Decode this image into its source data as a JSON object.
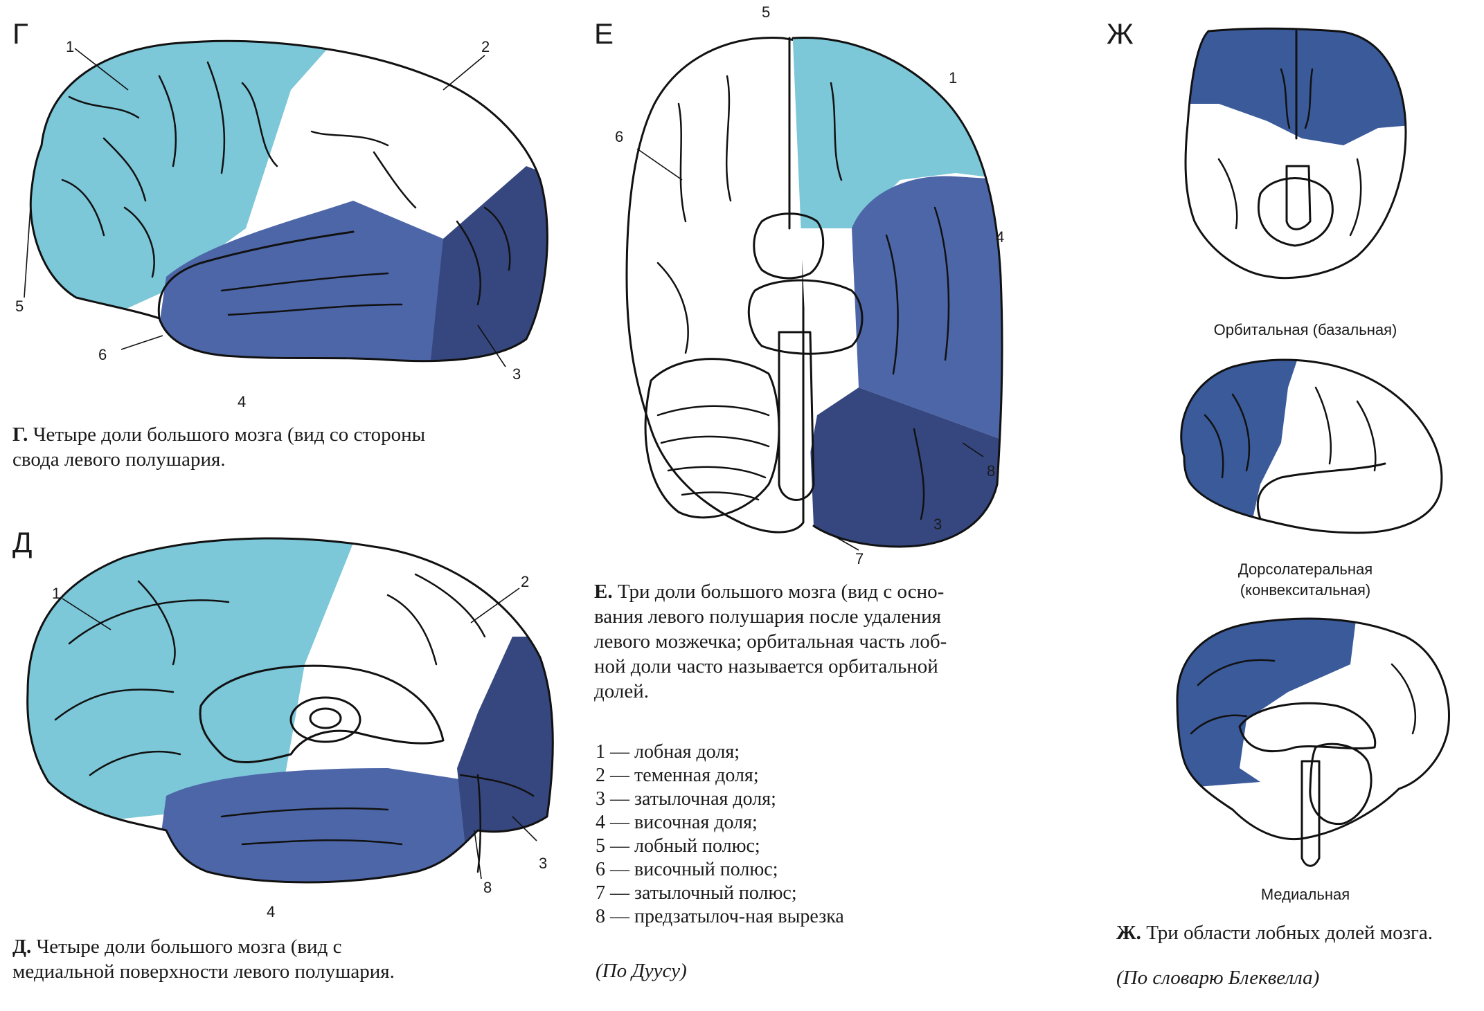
{
  "colors": {
    "frontal": "#7cc7d8",
    "temporal": "#4d66a8",
    "occipital": "#36477f",
    "frontal_region": "#3a5a9a",
    "outline": "#111111"
  },
  "panels": {
    "g": {
      "letter": "Г",
      "labels": [
        "1",
        "2",
        "3",
        "4",
        "5",
        "6"
      ],
      "caption_bold": "Г.",
      "caption_line1": "Четыре доли большого мозга (вид со стороны",
      "caption_line2": "свода левого полушария."
    },
    "d": {
      "letter": "Д",
      "labels": [
        "1",
        "2",
        "3",
        "4",
        "8"
      ],
      "caption_bold": "Д.",
      "caption_line1": "Четыре доли большого мозга (вид с",
      "caption_line2": "медиальной поверхности левого полушария."
    },
    "e": {
      "letter": "Е",
      "labels": [
        "1",
        "3",
        "4",
        "5",
        "6",
        "7",
        "8"
      ],
      "caption_bold": "Е.",
      "caption_line1": "Три доли большого мозга (вид с осно-",
      "caption_line2": "вания левого полушария после удаления",
      "caption_line3": "левого мозжечка; орбитальная часть лоб-",
      "caption_line4": "ной доли часто называется орбитальной",
      "caption_line5": "долей.",
      "source": "(По Дуусу)"
    },
    "zh": {
      "letter": "Ж",
      "label_orbital": "Орбитальная (базальная)",
      "label_dorsolateral_1": "Дорсолатеральная",
      "label_dorsolateral_2": "(конвекситальная)",
      "label_medial": "Медиальная",
      "caption_bold": "Ж.",
      "caption": "Три области лобных долей мозга.",
      "source": "(По словарю Блеквелла)"
    }
  },
  "legend": [
    "1 — лобная доля;",
    "2 — теменная доля;",
    "3 — затылочная доля;",
    "4 — височная доля;",
    "5 — лобный полюс;",
    "6 — височный полюс;",
    "7 — затылочный полюс;",
    "8 — предзатылоч-ная вырезка"
  ]
}
